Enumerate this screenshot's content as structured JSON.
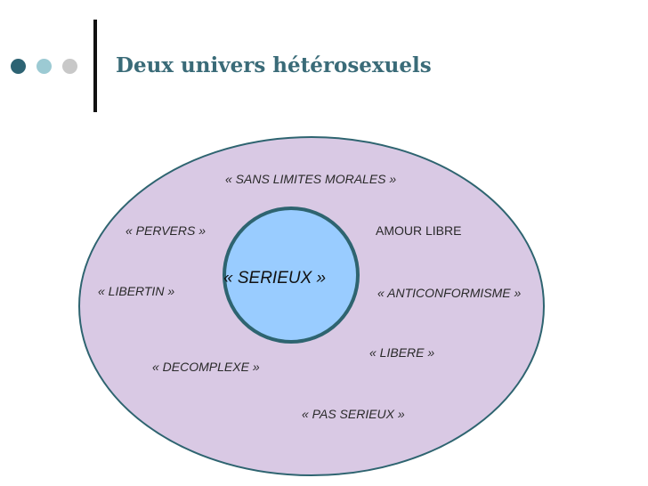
{
  "title": "Deux univers hétérosexuels",
  "decor": {
    "dot_colors": [
      "#2d6373",
      "#9ccad3",
      "#c8c8c8"
    ],
    "bar_color": "#111111"
  },
  "diagram": {
    "outer_fill": "#d9c9e4",
    "outer_stroke": "#2e6470",
    "inner_fill": "#99ccff",
    "inner_stroke": "#2e6470",
    "center_label": "«  SERIEUX »",
    "labels": {
      "sans_limites": "« SANS LIMITES MORALES »",
      "pervers": "« PERVERS »",
      "amour_libre": "AMOUR LIBRE",
      "libertin": "« LIBERTIN »",
      "anticonformisme": "« ANTICONFORMISME »",
      "libere": "« LIBERE »",
      "decomplexe": "« DECOMPLEXE »",
      "pas_serieux": "« PAS SERIEUX »"
    }
  }
}
